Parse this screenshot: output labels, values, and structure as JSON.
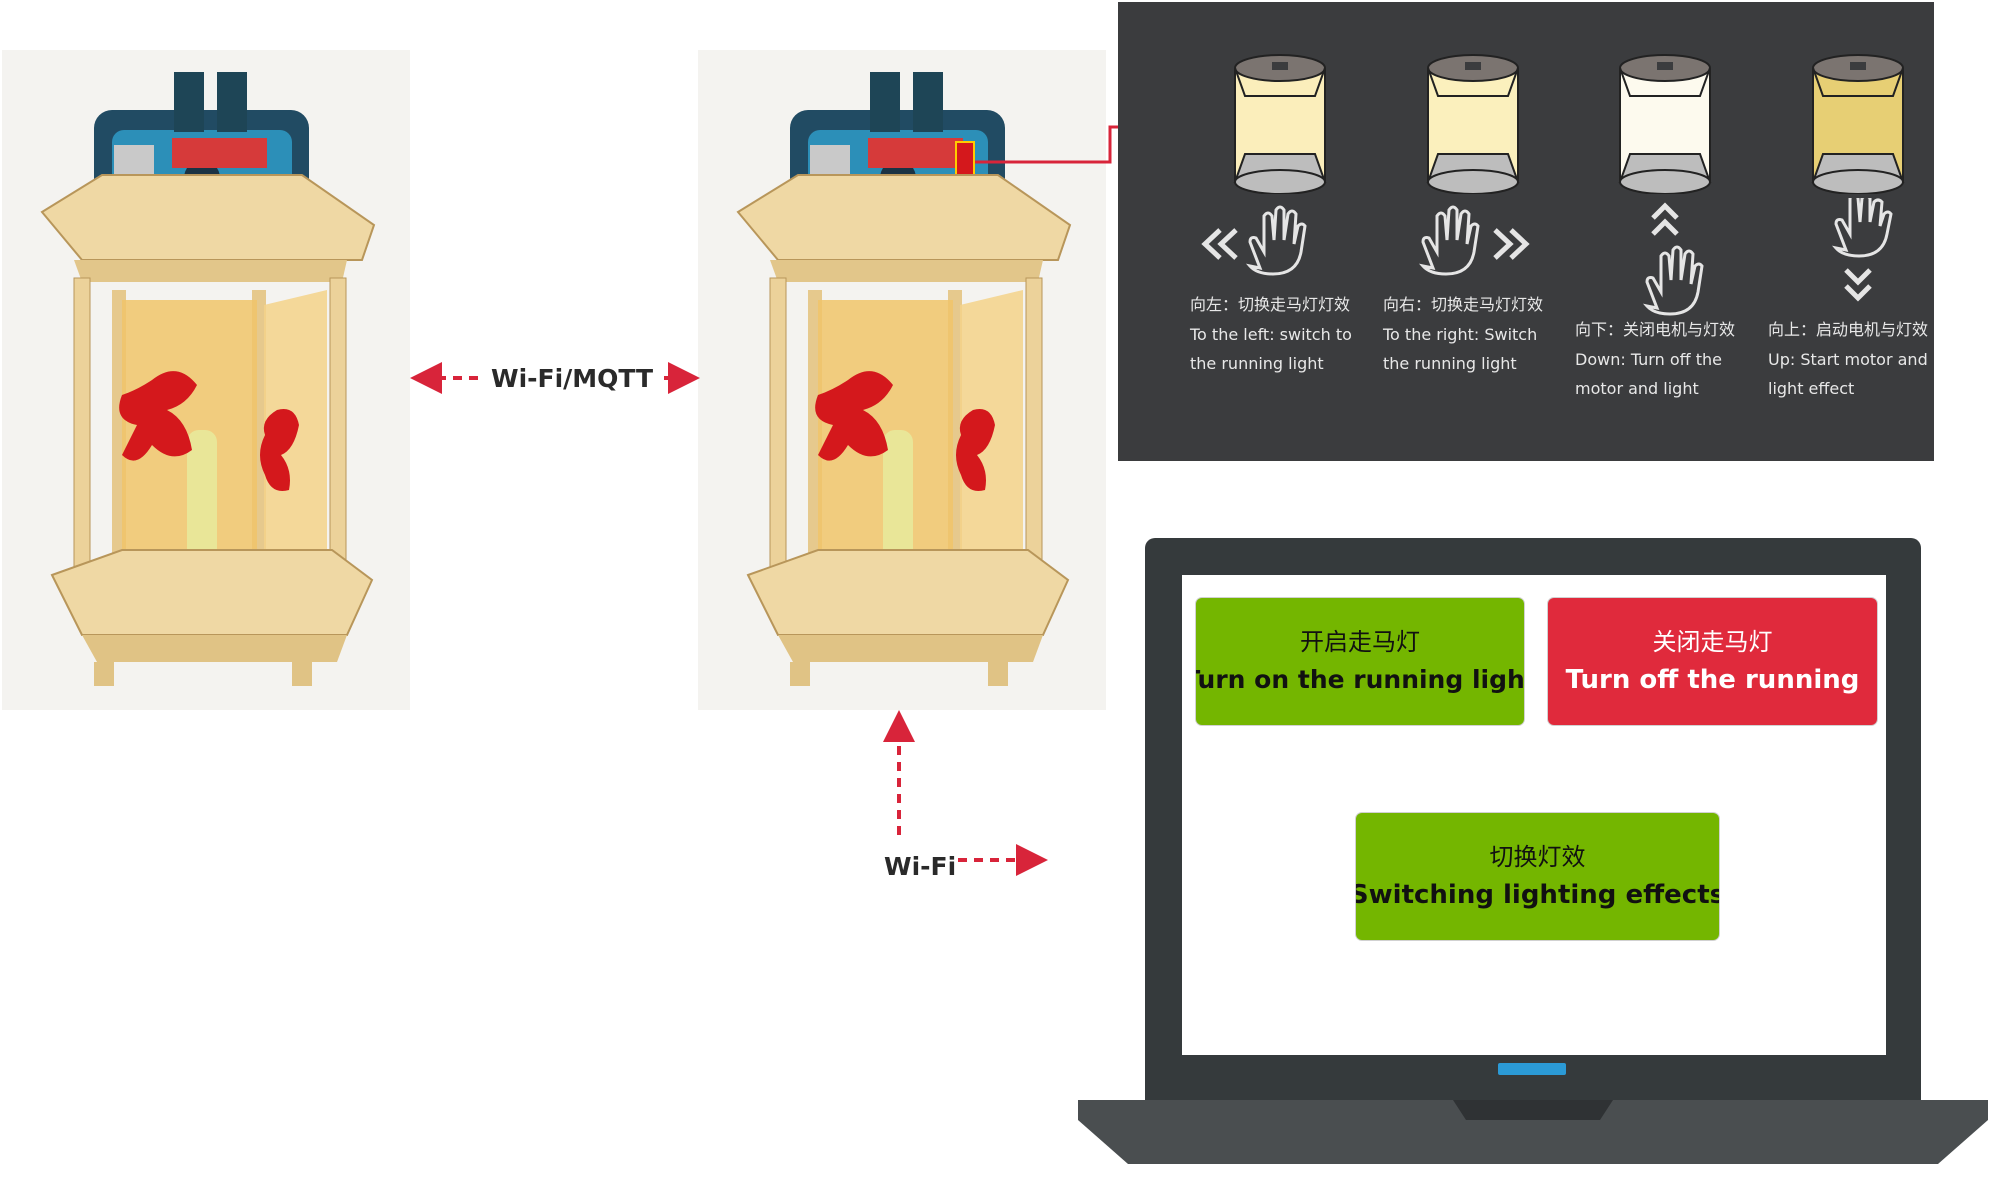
{
  "connections": {
    "lantern_link": "Wi-Fi/MQTT",
    "laptop_link": "Wi-Fi"
  },
  "gestures": [
    {
      "caption_cn": "向左：切换走马灯灯效",
      "caption_en": "To the left: switch to\nthe running light",
      "direction": "left",
      "light_color": "#fbeebb"
    },
    {
      "caption_cn": "向右：切换走马灯灯效",
      "caption_en": "To the right: Switch\nthe running light",
      "direction": "right",
      "light_color": "#fbf0bd"
    },
    {
      "caption_cn": "向下：关闭电机与灯效",
      "caption_en": "Down: Turn off the\nmotor and light",
      "direction": "down",
      "light_color": "#fdfaee"
    },
    {
      "caption_cn": "向上：启动电机与灯效",
      "caption_en": "Up: Start motor and\nlight effect",
      "direction": "up",
      "light_color": "#e7cf74"
    }
  ],
  "laptop": {
    "buttons": {
      "on": {
        "label_cn": "开启走马灯",
        "label_en": "Turn on the running light",
        "color": "#74b600"
      },
      "off": {
        "label_cn": "关闭走马灯",
        "label_en": "Turn off the running",
        "color": "#e02a3c"
      },
      "switch": {
        "label_cn": "切换灯效",
        "label_en": "Switching lighting effects",
        "color": "#74b600"
      }
    }
  },
  "colors": {
    "arrow": "#d8243a",
    "panel_bg": "#3b3c3e",
    "laptop_body": "#353a3c",
    "lantern_frame": "#efd8a4",
    "lantern_glass": "#f0c46a",
    "papercut": "#d4181c"
  }
}
